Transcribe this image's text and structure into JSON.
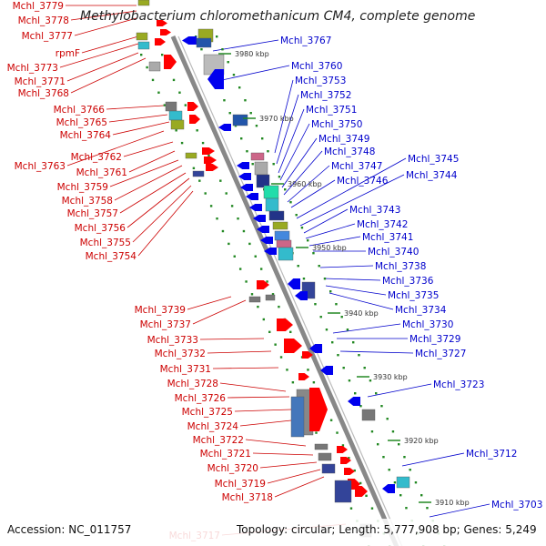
{
  "title": "Methylobacterium chloromethanicum CM4, complete genome",
  "footer": {
    "accession": "Accession: NC_011757",
    "summary": "Topology: circular; Length: 5,777,908 bp; Genes: 5,249"
  },
  "colors": {
    "forward_label": "#cc0000",
    "reverse_label": "#0000cc",
    "forward_gene": "#ff0000",
    "reverse_gene": "#0000ee",
    "backbone": "#888888",
    "tick_dots": "#228822"
  },
  "scale_labels": [
    "3980 kbp",
    "3970 kbp",
    "3960 kbp",
    "3950 kbp",
    "3940 kbp",
    "3930 kbp",
    "3920 kbp",
    "3910 kbp"
  ],
  "forward_labels": [
    "Mchl_3779",
    "Mchl_3778",
    "Mchl_3777",
    "rpmF",
    "Mchl_3773",
    "Mchl_3771",
    "Mchl_3768",
    "Mchl_3766",
    "Mchl_3765",
    "Mchl_3764",
    "Mchl_3763",
    "Mchl_3762",
    "Mchl_3761",
    "Mchl_3759",
    "Mchl_3758",
    "Mchl_3757",
    "Mchl_3756",
    "Mchl_3755",
    "Mchl_3754",
    "Mchl_3739",
    "Mchl_3737",
    "Mchl_3733",
    "Mchl_3732",
    "Mchl_3731",
    "Mchl_3728",
    "Mchl_3726",
    "Mchl_3725",
    "Mchl_3724",
    "Mchl_3722",
    "Mchl_3721",
    "Mchl_3720",
    "Mchl_3719",
    "Mchl_3718",
    "Mchl_3717"
  ],
  "reverse_labels": [
    "Mchl_3767",
    "Mchl_3760",
    "Mchl_3753",
    "Mchl_3752",
    "Mchl_3751",
    "Mchl_3750",
    "Mchl_3749",
    "Mchl_3748",
    "Mchl_3747",
    "Mchl_3746",
    "Mchl_3745",
    "Mchl_3744",
    "Mchl_3743",
    "Mchl_3742",
    "Mchl_3741",
    "Mchl_3740",
    "Mchl_3738",
    "Mchl_3736",
    "Mchl_3735",
    "Mchl_3734",
    "Mchl_3730",
    "Mchl_3729",
    "Mchl_3727",
    "Mchl_3723",
    "Mchl_3712",
    "Mchl_3703"
  ]
}
